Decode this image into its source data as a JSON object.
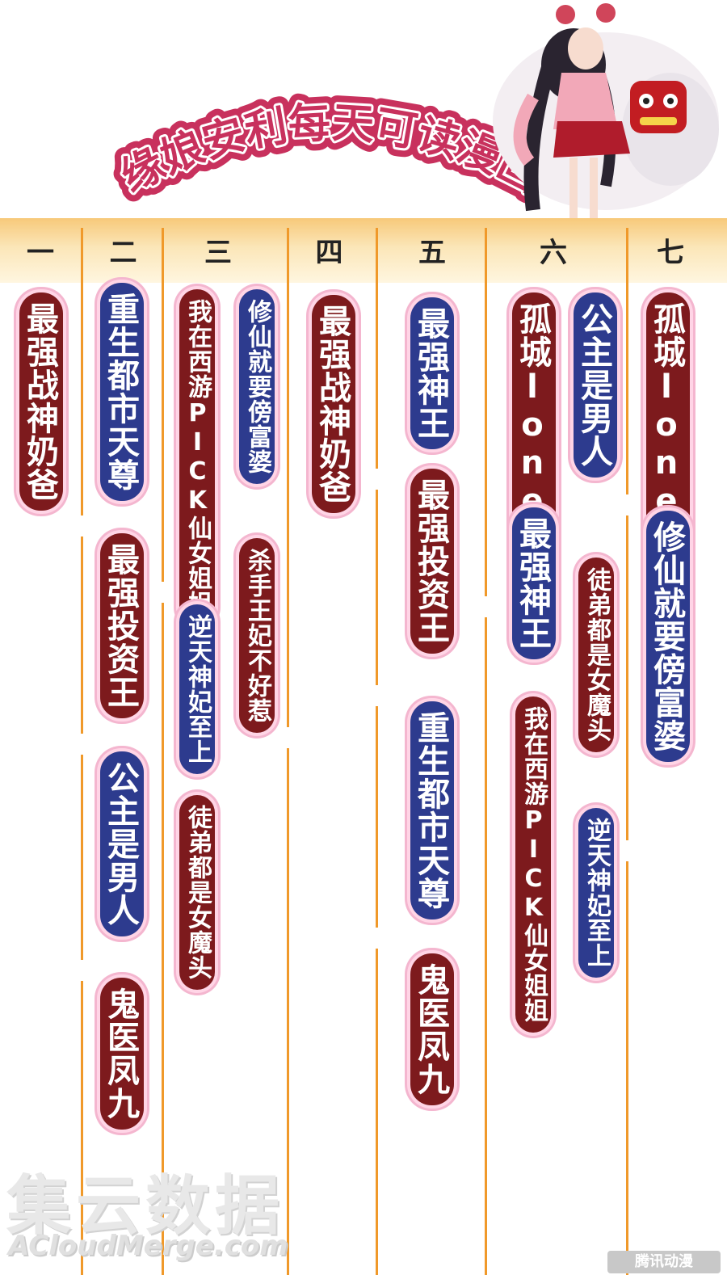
{
  "title": "缘娘安利每天可读漫画",
  "days": [
    "一",
    "二",
    "三",
    "四",
    "五",
    "六",
    "七"
  ],
  "columns": [
    {
      "day": "一",
      "items": [
        {
          "text": "最强战神奶爸",
          "color": "red"
        }
      ]
    },
    {
      "day": "二",
      "items": [
        {
          "text": "重生都市天尊",
          "color": "blue"
        },
        {
          "text": "最强投资王",
          "color": "red"
        },
        {
          "text": "公主是男人",
          "color": "blue"
        },
        {
          "text": "鬼医凤九",
          "color": "red"
        }
      ]
    },
    {
      "day": "三",
      "items": [
        {
          "text": "我在西游PICK仙女姐姐",
          "color": "red"
        },
        {
          "text": "修仙就要傍富婆",
          "color": "blue"
        },
        {
          "text": "杀手王妃不好惹",
          "color": "red"
        },
        {
          "text": "逆天神妃至上",
          "color": "blue"
        },
        {
          "text": "徒弟都是女魔头",
          "color": "red"
        }
      ]
    },
    {
      "day": "四",
      "items": [
        {
          "text": "最强战神奶爸",
          "color": "red"
        }
      ]
    },
    {
      "day": "五",
      "items": [
        {
          "text": "最强神王",
          "color": "blue"
        },
        {
          "text": "最强投资王",
          "color": "red"
        },
        {
          "text": "重生都市天尊",
          "color": "blue"
        },
        {
          "text": "鬼医凤九",
          "color": "red"
        }
      ]
    },
    {
      "day": "六",
      "items": [
        {
          "text": "孤城lonely",
          "color": "red"
        },
        {
          "text": "公主是男人",
          "color": "blue"
        },
        {
          "text": "最强神王",
          "color": "blue"
        },
        {
          "text": "徒弟都是女魔头",
          "color": "red"
        },
        {
          "text": "我在西游PICK仙女姐姐",
          "color": "red"
        },
        {
          "text": "逆天神妃至上",
          "color": "blue"
        }
      ]
    },
    {
      "day": "七",
      "items": [
        {
          "text": "孤城lonely",
          "color": "red"
        },
        {
          "text": "修仙就要傍富婆",
          "color": "blue"
        }
      ]
    }
  ],
  "colors": {
    "red": "#7d1a1d",
    "blue": "#2d3b8e",
    "banner": "#c8315d",
    "line": "#f0992a"
  },
  "watermark": {
    "cn": "集云数据",
    "en": "ACloudMerge.com",
    "logo": "腾讯动漫"
  }
}
